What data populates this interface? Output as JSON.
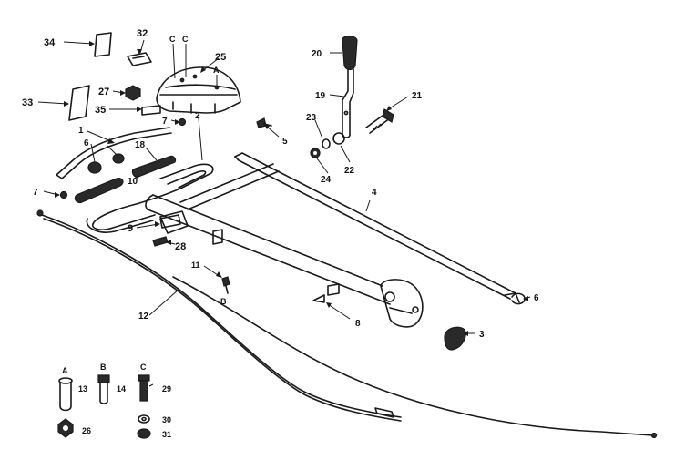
{
  "diagram": {
    "callouts": {
      "c1": "1",
      "c2": "2",
      "c3": "3",
      "c4": "4",
      "c5": "5",
      "c6a": "6",
      "c6b": "6",
      "c7a": "7",
      "c7b": "7",
      "c8": "8",
      "c9": "9",
      "c10": "10",
      "c11": "11",
      "c12": "12",
      "c13": "13",
      "c14": "14",
      "c18": "18",
      "c19": "19",
      "c20": "20",
      "c21": "21",
      "c22": "22",
      "c23": "23",
      "c24": "24",
      "c25": "25",
      "c26": "26",
      "c27": "27",
      "c28": "28",
      "c29": "29",
      "c30": "30",
      "c31": "31",
      "c32": "32",
      "c33": "33",
      "c34": "34",
      "c35": "35"
    },
    "letters": {
      "a_cover": "A",
      "c_cover1": "C",
      "c_cover2": "C",
      "b_bolt11": "B",
      "a_legend": "A",
      "b_legend": "B",
      "c_legend": "C"
    }
  }
}
